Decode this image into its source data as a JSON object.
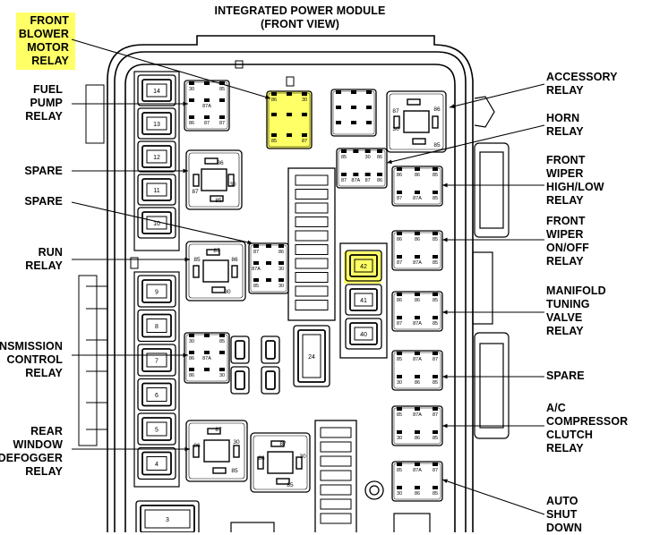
{
  "title": {
    "line1": "INTEGRATED POWER MODULE",
    "line2": "(FRONT VIEW)"
  },
  "colors": {
    "highlight": "#ffff66",
    "line": "#000000",
    "background": "#ffffff"
  },
  "left_labels": [
    {
      "lines": [
        "FRONT",
        "BLOWER",
        "MOTOR",
        "RELAY"
      ],
      "highlighted": true
    },
    {
      "lines": [
        "FUEL",
        "PUMP",
        "RELAY"
      ],
      "highlighted": false
    },
    {
      "lines": [
        "SPARE"
      ],
      "highlighted": false
    },
    {
      "lines": [
        "SPARE"
      ],
      "highlighted": false
    },
    {
      "lines": [
        "RUN",
        "RELAY"
      ],
      "highlighted": false
    },
    {
      "lines": [
        "RANSMISSION",
        "CONTROL",
        "RELAY"
      ],
      "highlighted": false
    },
    {
      "lines": [
        "REAR",
        "WINDOW",
        "DEFOGGER",
        "RELAY"
      ],
      "highlighted": false
    }
  ],
  "right_labels": [
    {
      "lines": [
        "ACCESSORY",
        "RELAY"
      ]
    },
    {
      "lines": [
        "HORN",
        "RELAY"
      ]
    },
    {
      "lines": [
        "FRONT",
        "WIPER",
        "HIGH/LOW",
        "RELAY"
      ]
    },
    {
      "lines": [
        "FRONT",
        "WIPER",
        "ON/OFF",
        "RELAY"
      ]
    },
    {
      "lines": [
        "MANIFOLD",
        "TUNING",
        "VALVE",
        "RELAY"
      ]
    },
    {
      "lines": [
        "SPARE"
      ]
    },
    {
      "lines": [
        "A/C",
        "COMPRESSOR",
        "CLUTCH",
        "RELAY"
      ]
    },
    {
      "lines": [
        "AUTO",
        "SHUT",
        "DOWN"
      ]
    }
  ],
  "fuses_left_top": [
    "14",
    "13",
    "12",
    "11",
    "10"
  ],
  "fuses_left_bottom": [
    "9",
    "8",
    "7",
    "6",
    "5",
    "4"
  ],
  "fuse_bottom": "3",
  "fuse_24": "24",
  "center_fuses": [
    "42",
    "41",
    "40"
  ],
  "relay_pins": {
    "r30": "30",
    "r85": "85",
    "r86": "86",
    "r87": "87",
    "r87a": "87A"
  }
}
